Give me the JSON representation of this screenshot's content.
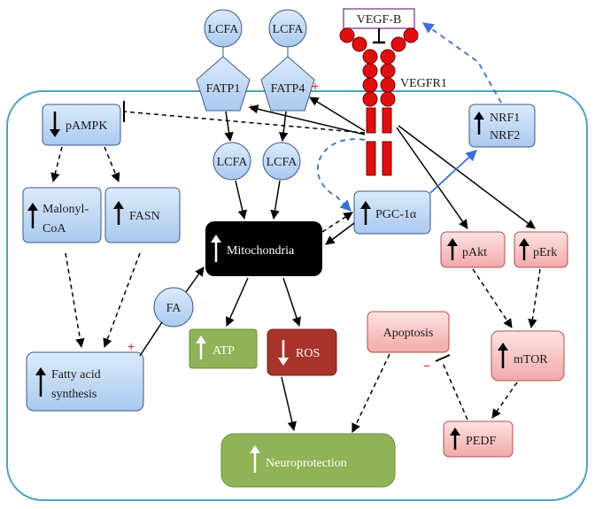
{
  "ligand": {
    "label": "VEGF-B"
  },
  "receptor": {
    "label": "VEGFR1"
  },
  "transporters": [
    {
      "label": "FATP1",
      "sign": "+"
    },
    {
      "label": "FATP4",
      "sign": "+"
    }
  ],
  "lcfa": {
    "label": "LCFA"
  },
  "fa": {
    "label": "FA"
  },
  "nodes": {
    "pampk": {
      "label": "pAMPK",
      "direction": "down"
    },
    "malonyl": {
      "label_line1": "Malonyl-",
      "label_line2": "CoA",
      "direction": "up"
    },
    "fasn": {
      "label": "FASN",
      "direction": "up"
    },
    "fatty_acid_synthesis": {
      "label_line1": "Fatty acid",
      "label_line2": "synthesis",
      "direction": "up"
    },
    "fas_sign": "+",
    "mitochondria": {
      "label": "Mitochondria",
      "direction": "up"
    },
    "pgc1a": {
      "label": "PGC-1α",
      "direction": "up"
    },
    "nrf": {
      "label_line1": "NRF1",
      "label_line2": "NRF2",
      "direction": "up"
    },
    "pakt": {
      "label": "pAkt",
      "direction": "up"
    },
    "perk": {
      "label": "pErk",
      "direction": "up"
    },
    "mtor": {
      "label": "mTOR",
      "direction": "up"
    },
    "pedf": {
      "label": "PEDF",
      "direction": "up"
    },
    "apoptosis": {
      "label": "Apoptosis"
    },
    "apoptosis_sign": "−",
    "atp": {
      "label": "ATP",
      "direction": "up"
    },
    "ros": {
      "label": "ROS",
      "direction": "down"
    },
    "neuroprotection": {
      "label": "Neuroprotection",
      "direction": "up"
    }
  },
  "colors": {
    "blue_node": "#bcd7f3",
    "red_node": "#f7c3c3",
    "green_node": "#8fb356",
    "dark_red_node": "#a8332b",
    "mitochondria": "#000000",
    "receptor": "#e01010",
    "cell_border": "#4aa3c2",
    "blue_arrow": "#3a6fd8"
  }
}
